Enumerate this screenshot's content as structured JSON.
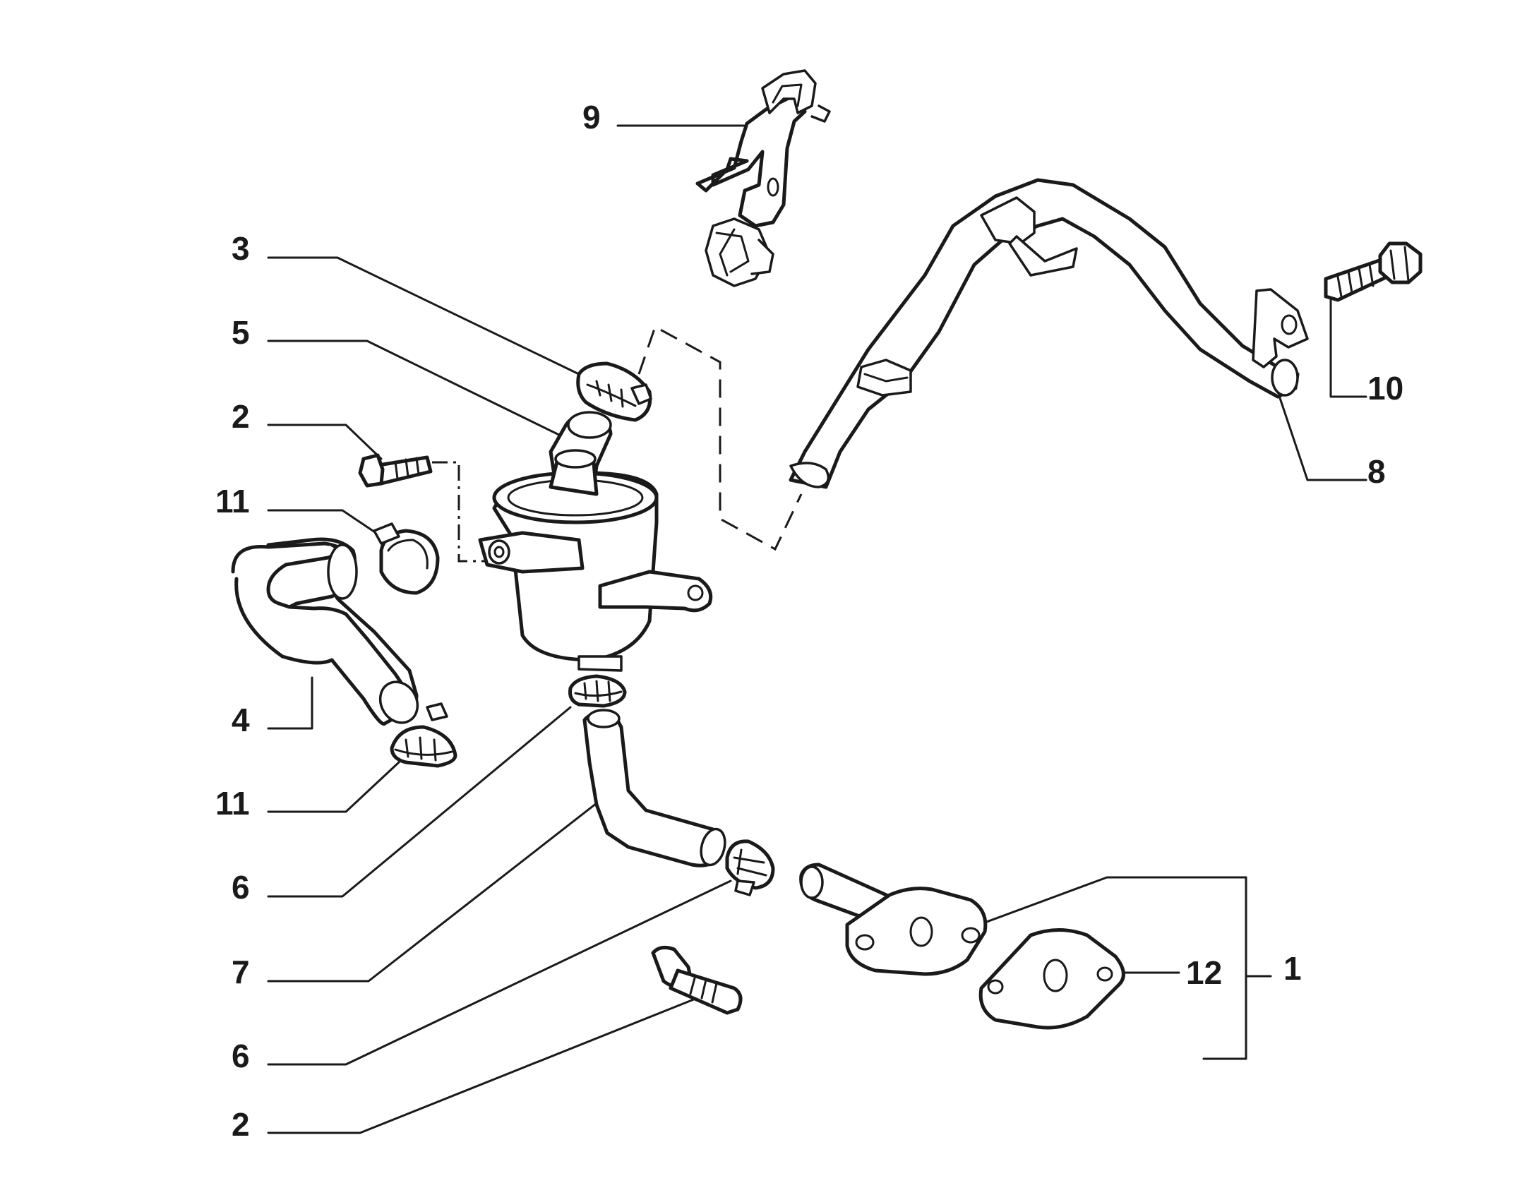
{
  "callouts": [
    {
      "id": "callout-9",
      "text": "9"
    },
    {
      "id": "callout-3",
      "text": "3"
    },
    {
      "id": "callout-5",
      "text": "5"
    },
    {
      "id": "callout-2-top",
      "text": "2"
    },
    {
      "id": "callout-11-top",
      "text": "11"
    },
    {
      "id": "callout-4",
      "text": "4"
    },
    {
      "id": "callout-11-bottom",
      "text": "11"
    },
    {
      "id": "callout-6-top",
      "text": "6"
    },
    {
      "id": "callout-7",
      "text": "7"
    },
    {
      "id": "callout-6-bottom",
      "text": "6"
    },
    {
      "id": "callout-2-bottom",
      "text": "2"
    },
    {
      "id": "callout-10",
      "text": "10"
    },
    {
      "id": "callout-8",
      "text": "8"
    },
    {
      "id": "callout-12",
      "text": "12"
    },
    {
      "id": "callout-1",
      "text": "1"
    }
  ]
}
